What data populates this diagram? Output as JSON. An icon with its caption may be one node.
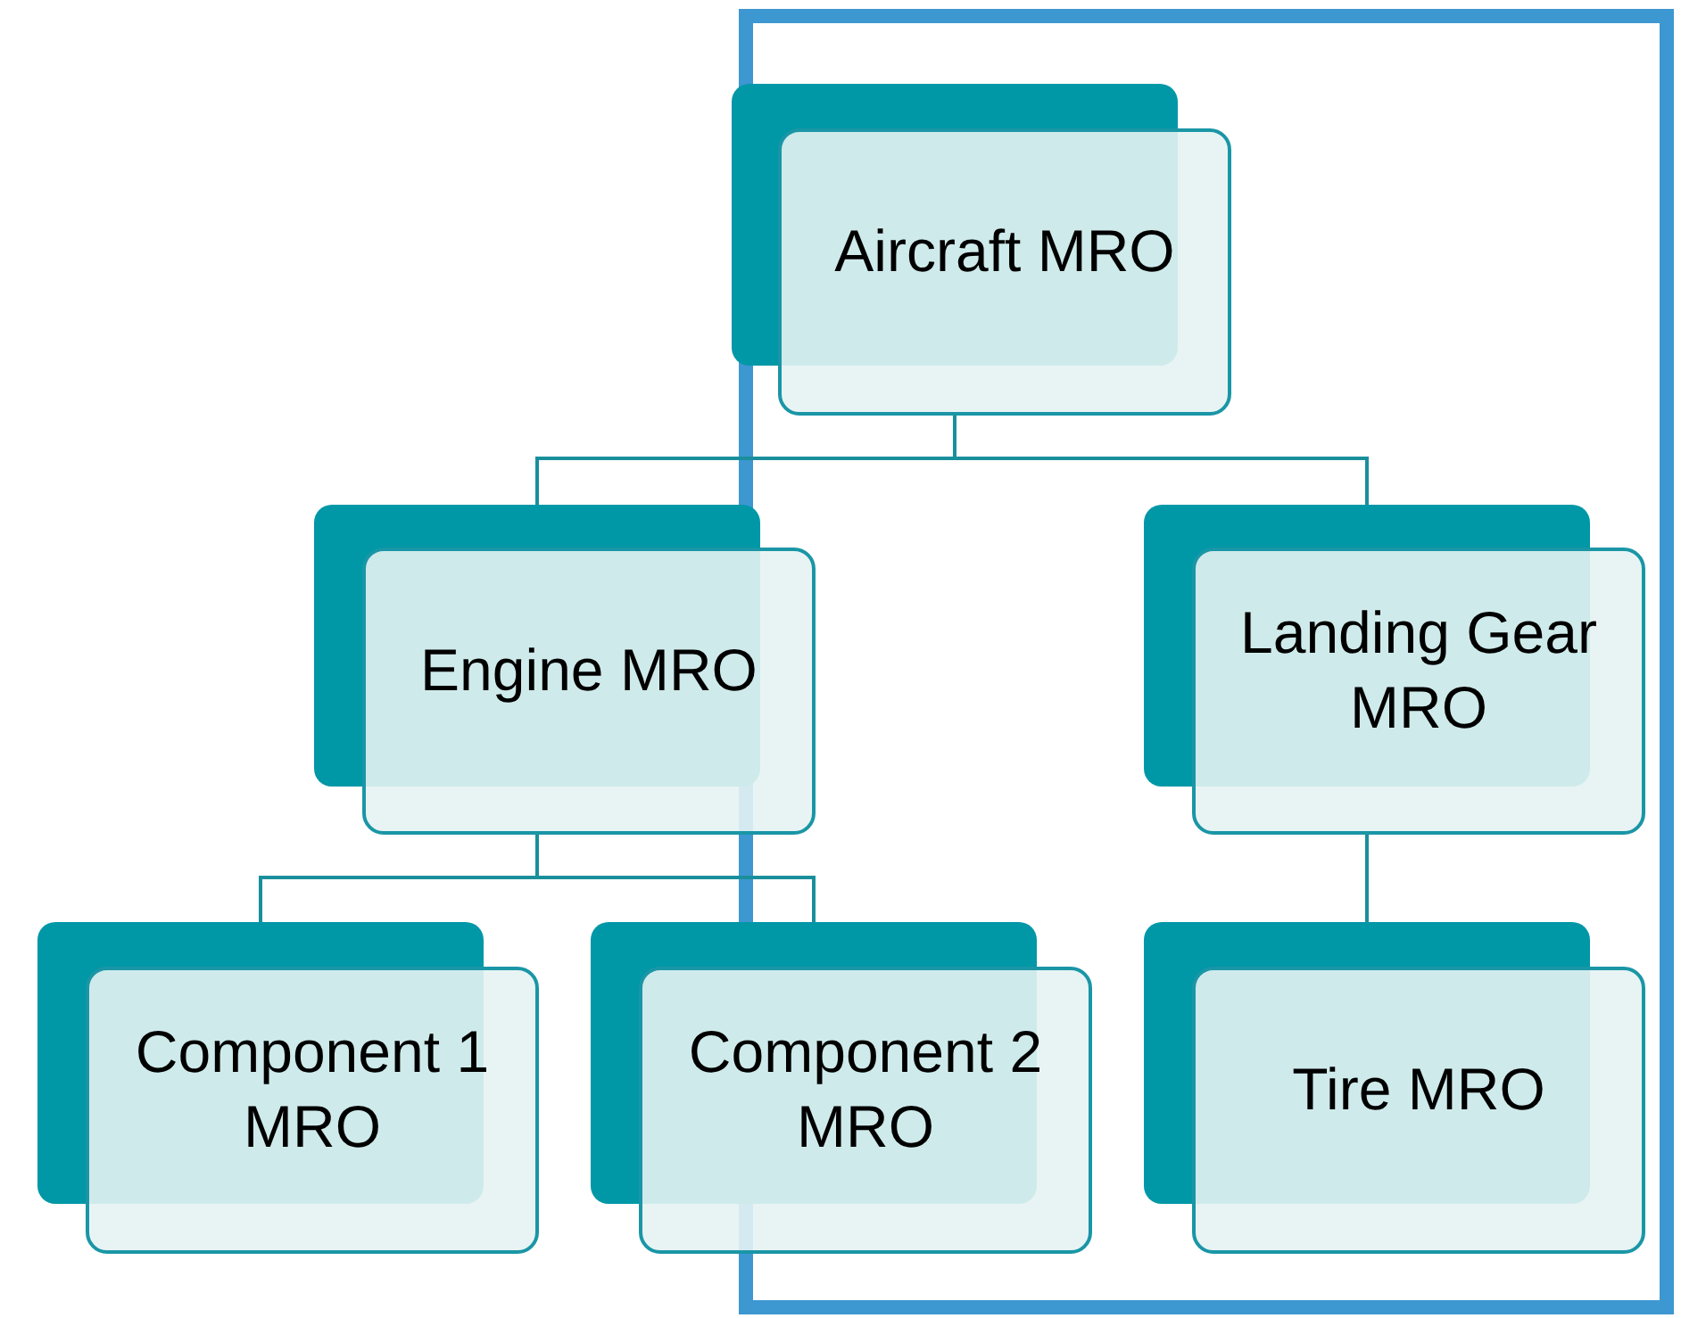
{
  "diagram": {
    "nodes": [
      {
        "text": [
          "Aircraft MRO"
        ]
      },
      {
        "text": [
          "Engine MRO"
        ]
      },
      {
        "text": [
          "Landing Gear MRO"
        ]
      },
      {
        "text": [
          "Component 1 MRO"
        ]
      },
      {
        "text": [
          "Component 2 MRO"
        ]
      },
      {
        "text": [
          "Tire MRO"
        ]
      }
    ],
    "edges": [
      {
        "from": 0,
        "to": 1,
        "arrow": "none"
      },
      {
        "from": 0,
        "to": 2,
        "arrow": "none"
      },
      {
        "from": 1,
        "to": 3,
        "arrow": "none"
      },
      {
        "from": 1,
        "to": 4,
        "arrow": "none"
      },
      {
        "from": 2,
        "to": 5,
        "arrow": "none"
      }
    ]
  }
}
